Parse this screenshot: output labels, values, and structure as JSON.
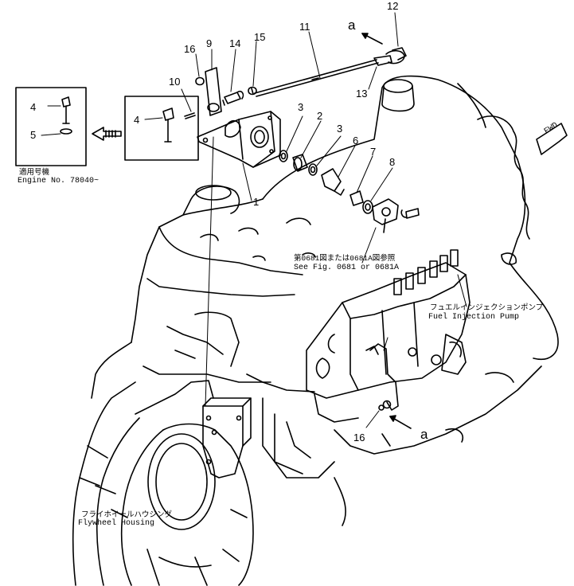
{
  "callouts": {
    "c1": "1",
    "c2": "2",
    "c3a": "3",
    "c3b": "3",
    "c4a": "4",
    "c4b": "4",
    "c5": "5",
    "c6": "6",
    "c7": "7",
    "c8": "8",
    "c9": "9",
    "c10": "10",
    "c11": "11",
    "c12": "12",
    "c13": "13",
    "c14": "14",
    "c15": "15",
    "c16a": "16",
    "c16b": "16",
    "a_top": "a",
    "a_bottom": "a"
  },
  "notes": {
    "applicable_jp": "適用号機",
    "engine_no": "Engine  No. 78040~",
    "see_fig_jp": "第0681図または0681A図参照",
    "see_fig_en": "See  Fig. 0681  or  0681A",
    "pump_jp": "フュエルインジェクションポンプ",
    "pump_en": "Fuel  Injection  Pump",
    "flywheel_jp": "フライホイールハウジング",
    "flywheel_en": "Flywheel  Housing",
    "fwd": "FWD"
  }
}
